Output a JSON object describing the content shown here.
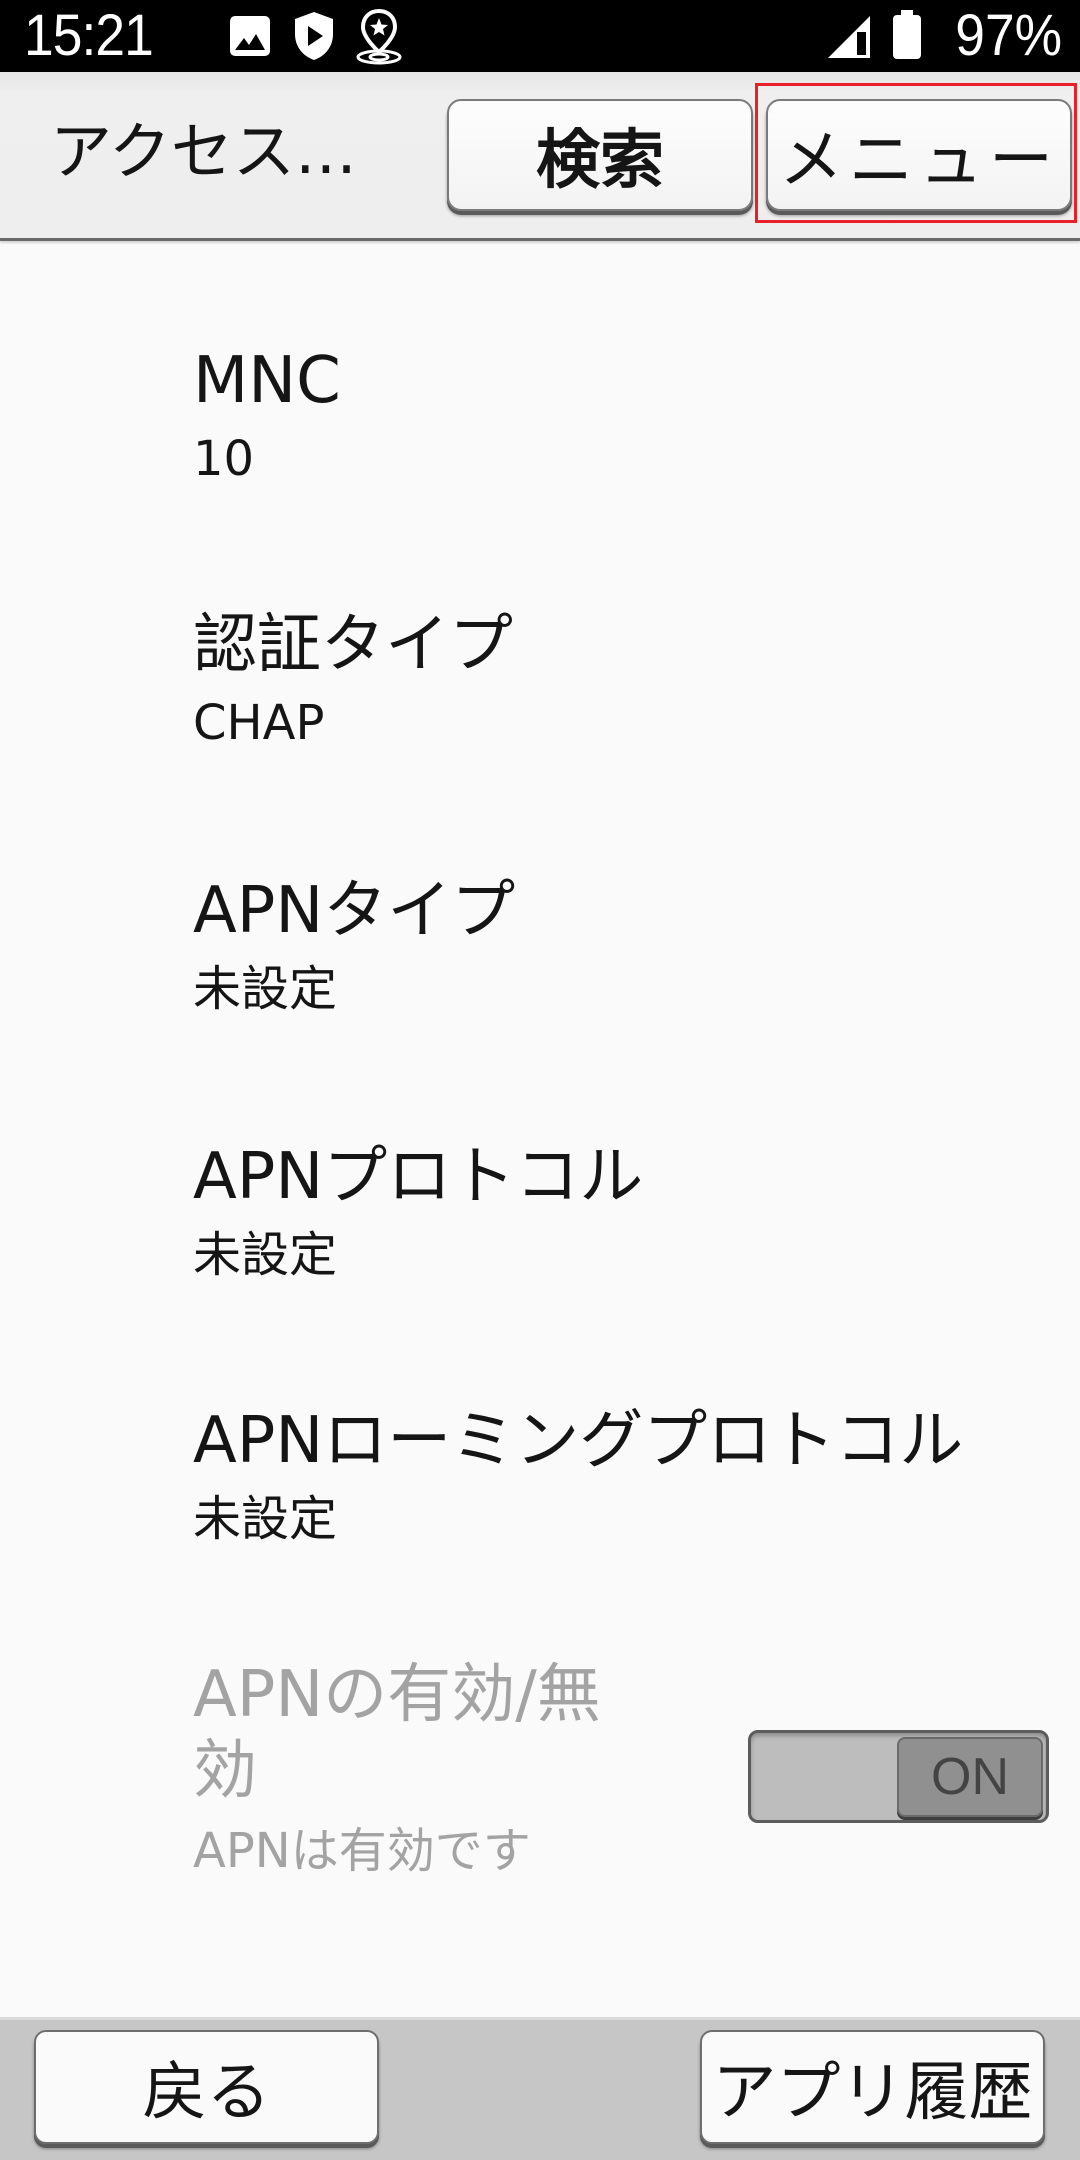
{
  "status_bar": {
    "time": "15:21",
    "notification_icons": [
      "gallery-icon",
      "shield-play-icon",
      "location-star-icon"
    ],
    "signal_icon": "cell-signal-icon",
    "battery_icon": "battery-icon",
    "battery_percent": "97%"
  },
  "header": {
    "title": "アクセス…",
    "search_label": "検索",
    "menu_label": "メニュー",
    "highlight_color": "#e8202a"
  },
  "list": {
    "items": [
      {
        "title": "MNC",
        "summary": "10"
      },
      {
        "title": "認証タイプ",
        "summary": "CHAP"
      },
      {
        "title": "APNタイプ",
        "summary": "未設定"
      },
      {
        "title": "APNプロトコル",
        "summary": "未設定"
      },
      {
        "title": "APNローミングプロトコル",
        "summary": "未設定"
      },
      {
        "title_line1": "APNの有効/無",
        "title_line2": "効",
        "summary": "APNは有効です",
        "toggle_label": "ON",
        "toggle_state": "on",
        "enabled": false
      }
    ]
  },
  "bottom_bar": {
    "back_label": "戻る",
    "history_label": "アプリ履歴"
  }
}
